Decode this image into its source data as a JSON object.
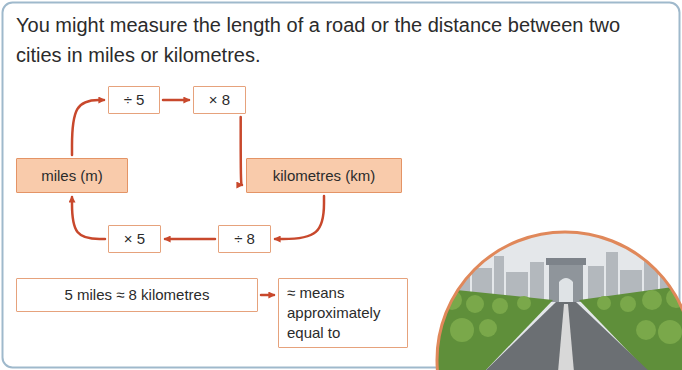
{
  "diagram": {
    "title": "You might measure the length of a road or the distance between two cities in miles or kilometres.",
    "nodes": [
      {
        "text": [
          "÷ 5"
        ]
      },
      {
        "text": [
          "× 8"
        ]
      },
      {
        "text": [
          "miles (m)"
        ]
      },
      {
        "text": [
          "kilometres (km)"
        ]
      },
      {
        "text": [
          "× 5"
        ]
      },
      {
        "text": [
          "÷ 8"
        ]
      },
      {
        "text": [
          "5 miles ≈ 8 kilometres"
        ]
      },
      {
        "text": [
          "≈ means approximately equal to"
        ]
      }
    ],
    "edges": [
      {
        "from": 2,
        "to": 0,
        "arrow": "to"
      },
      {
        "from": 0,
        "to": 1,
        "arrow": "to"
      },
      {
        "from": 1,
        "to": 3,
        "arrow": "to"
      },
      {
        "from": 3,
        "to": 5,
        "arrow": "to"
      },
      {
        "from": 5,
        "to": 4,
        "arrow": "to"
      },
      {
        "from": 4,
        "to": 2,
        "arrow": "to"
      },
      {
        "from": 6,
        "to": 7,
        "arrow": "to"
      }
    ]
  }
}
